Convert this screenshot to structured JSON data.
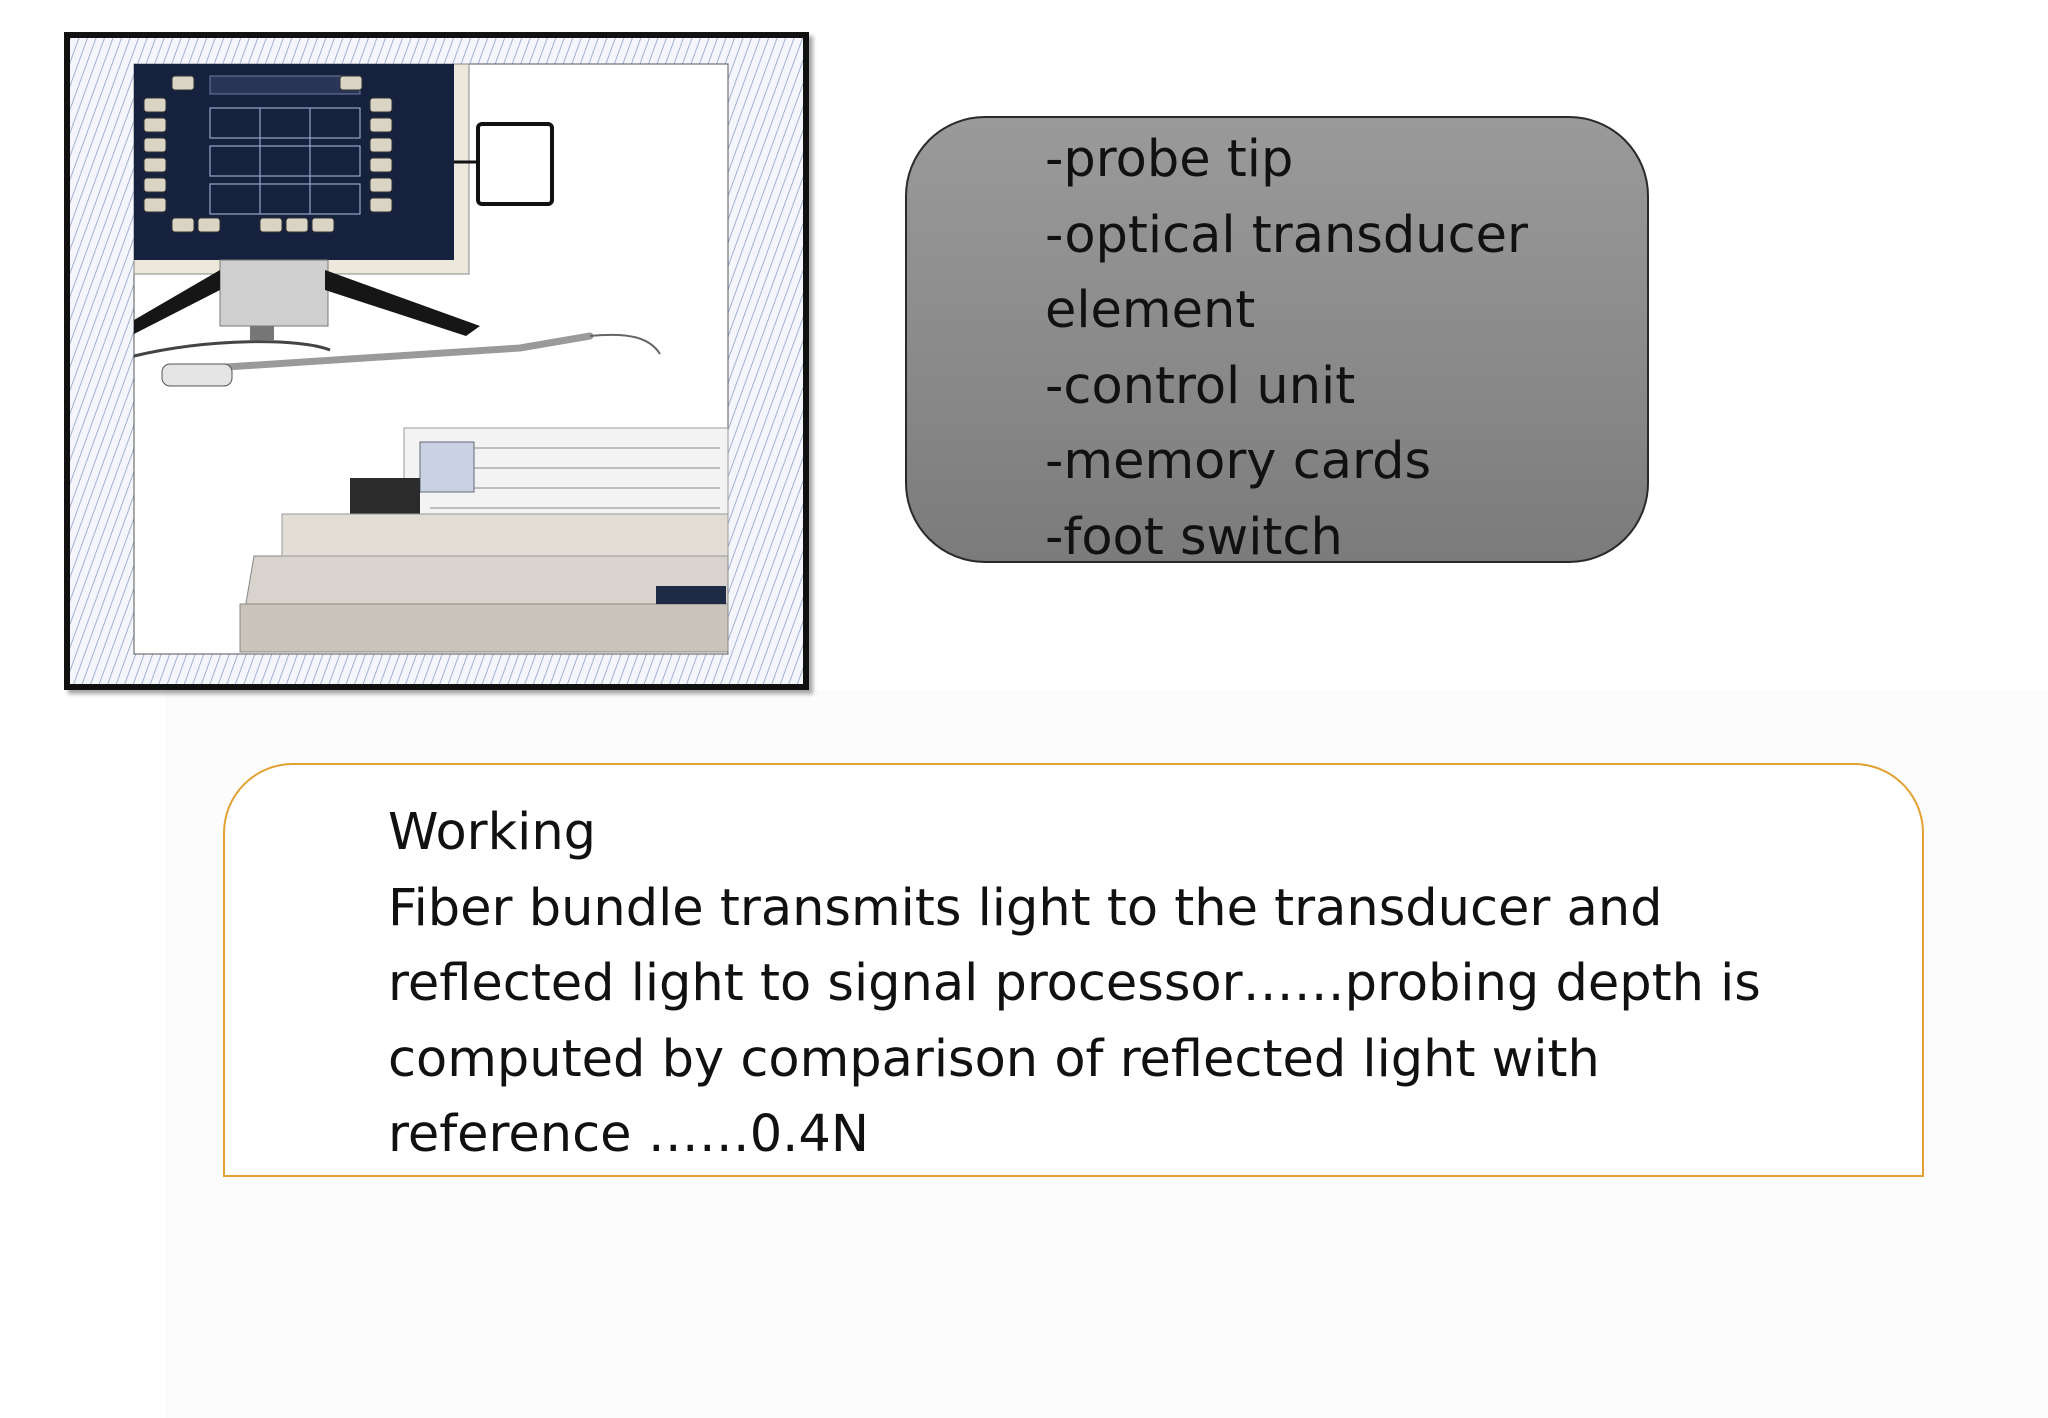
{
  "components": {
    "items": [
      "-probe tip",
      "-optical transducer",
      "element",
      "-control unit",
      "-memory cards",
      "-foot switch"
    ]
  },
  "working": {
    "heading": "Working",
    "lines": [
      "Fiber bundle transmits light to the transducer and",
      "reflected light to signal processor……probing depth is",
      "computed by comparison of reflected light with",
      "reference ……0.4N"
    ]
  },
  "colors": {
    "components_fill": "#8a8a8a",
    "working_border": "#e2a233",
    "frame_border": "#111111"
  }
}
